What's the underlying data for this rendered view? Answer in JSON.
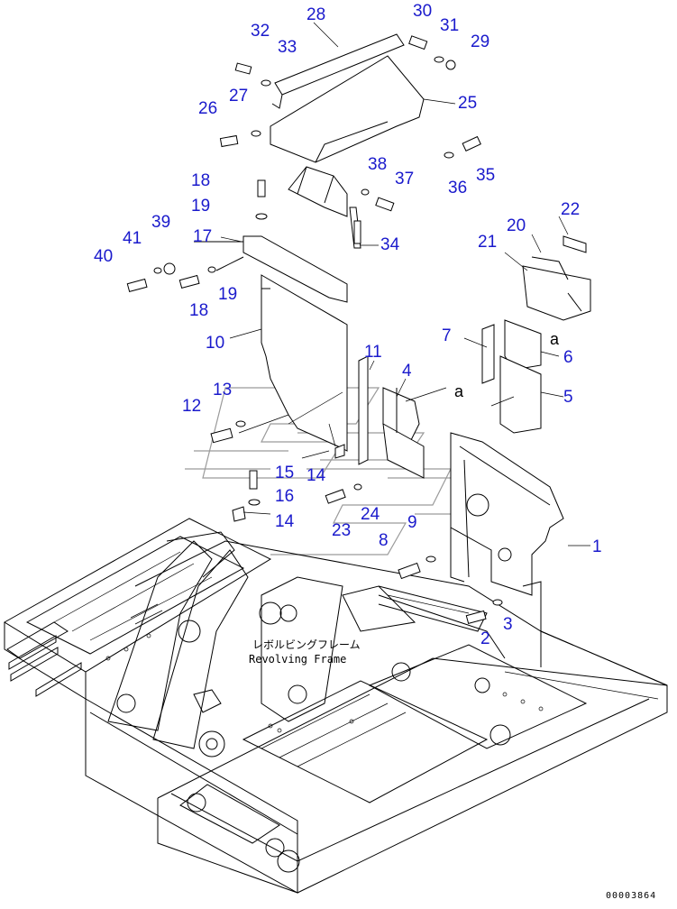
{
  "diagram": {
    "frame_label_jp": "レボルビングフレーム",
    "frame_label_en": "Revolving Frame",
    "doc_number": "00003864",
    "connection_mark": "a",
    "callout_color": "#1a1acc",
    "callouts": {
      "n1": "1",
      "n2": "2",
      "n3": "3",
      "n4": "4",
      "n5": "5",
      "n6": "6",
      "n7": "7",
      "n8": "8",
      "n9": "9",
      "n10": "10",
      "n11": "11",
      "n12": "12",
      "n13": "13",
      "n14a": "14",
      "n14b": "14",
      "n15": "15",
      "n16": "16",
      "n17": "17",
      "n18a": "18",
      "n18b": "18",
      "n19a": "19",
      "n19b": "19",
      "n20": "20",
      "n21": "21",
      "n22": "22",
      "n23": "23",
      "n24": "24",
      "n25": "25",
      "n26": "26",
      "n27": "27",
      "n28": "28",
      "n29": "29",
      "n30": "30",
      "n31": "31",
      "n32": "32",
      "n33": "33",
      "n34": "34",
      "n35": "35",
      "n36": "36",
      "n37": "37",
      "n38": "38",
      "n39": "39",
      "n40": "40",
      "n41": "41"
    }
  }
}
